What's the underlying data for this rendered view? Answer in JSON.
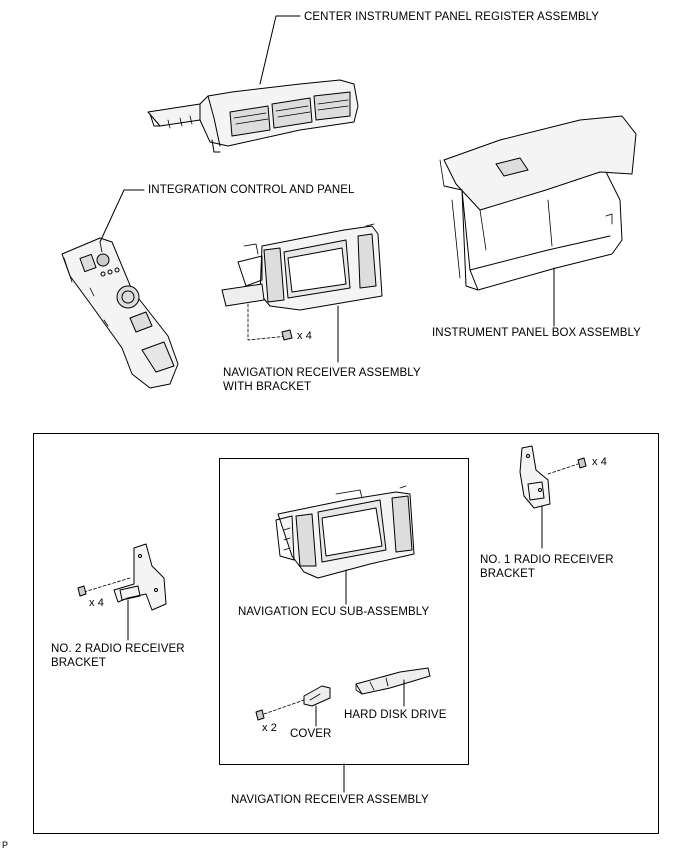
{
  "labels": {
    "register": "CENTER INSTRUMENT PANEL REGISTER ASSEMBLY",
    "integration": "INTEGRATION CONTROL AND PANEL",
    "instrument_box": "INSTRUMENT PANEL BOX ASSEMBLY",
    "nav_bracket_1": "NAVIGATION RECEIVER ASSEMBLY",
    "nav_bracket_2": "WITH BRACKET",
    "no1_bracket_1": "NO. 1 RADIO RECEIVER",
    "no1_bracket_2": "BRACKET",
    "no2_bracket_1": "NO. 2 RADIO RECEIVER",
    "no2_bracket_2": "BRACKET",
    "ecu": "NAVIGATION ECU SUB-ASSEMBLY",
    "hdd": "HARD DISK DRIVE",
    "cover": "COVER",
    "nav_assembly": "NAVIGATION RECEIVER ASSEMBLY"
  },
  "quantities": {
    "nav_screws": "x 4",
    "no1_screws": "x 4",
    "no2_screws": "x 4",
    "cover_screws": "x 2"
  },
  "footer": "P"
}
